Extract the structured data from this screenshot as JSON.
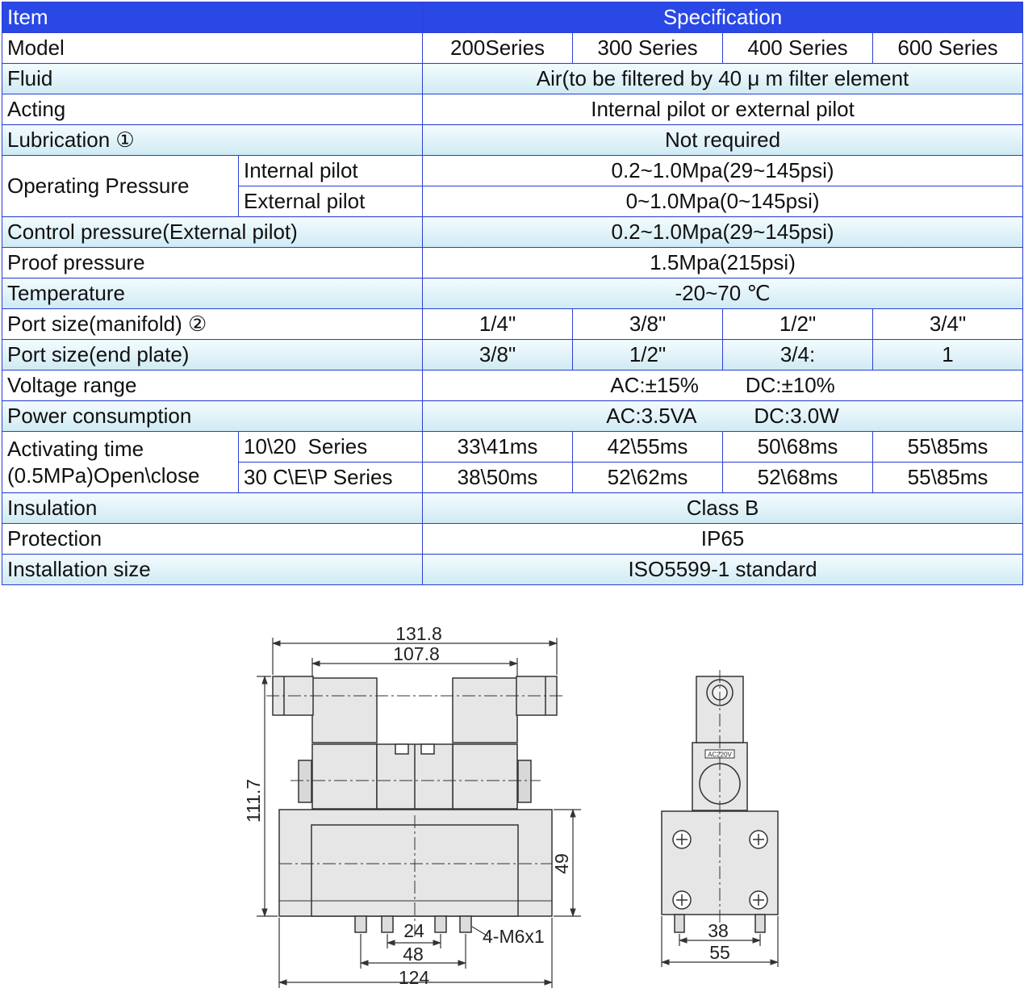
{
  "table": {
    "header": {
      "item": "Item",
      "spec": "Specification"
    },
    "model": {
      "label": "Model",
      "series": [
        "200Series",
        "300 Series",
        "400 Series",
        "600 Series"
      ]
    },
    "fluid": {
      "label": "Fluid",
      "value": "Air(to be filtered by 40 μ m filter element"
    },
    "acting": {
      "label": "Acting",
      "value": "Internal pilot or external pilot"
    },
    "lubrication": {
      "label": "Lubrication ①",
      "value": "Not required"
    },
    "operating_pressure": {
      "label": "Operating Pressure",
      "internal_label": "Internal pilot",
      "internal_value": "0.2~1.0Mpa(29~145psi)",
      "external_label": "External pilot",
      "external_value": "0~1.0Mpa(0~145psi)"
    },
    "control_pressure": {
      "label": "Control pressure(External pilot)",
      "value": "0.2~1.0Mpa(29~145psi)"
    },
    "proof_pressure": {
      "label": "Proof pressure",
      "value": "1.5Mpa(215psi)"
    },
    "temperature": {
      "label": "Temperature",
      "value": "-20~70 ℃"
    },
    "port_manifold": {
      "label": "Port size(manifold)  ②",
      "values": [
        "1/4\"",
        "3/8\"",
        "1/2\"",
        "3/4\""
      ]
    },
    "port_end": {
      "label": "Port size(end plate)",
      "values": [
        "3/8\"",
        "1/2\"",
        "3/4:",
        "1"
      ]
    },
    "voltage": {
      "label": "Voltage range",
      "value": "AC:±15%        DC:±10%"
    },
    "power": {
      "label": "Power consumption",
      "value": "AC:3.5VA          DC:3.0W"
    },
    "activating": {
      "label_line1": "Activating time",
      "label_line2": "(0.5MPa)Open\\close",
      "row1_label": "10\\20  Series",
      "row1_values": [
        "33\\41ms",
        "42\\55ms",
        "50\\68ms",
        "55\\85ms"
      ],
      "row2_label": "30 C\\E\\P Series",
      "row2_values": [
        "38\\50ms",
        "52\\62ms",
        "52\\68ms",
        "55\\85ms"
      ]
    },
    "insulation": {
      "label": "Insulation",
      "value": "Class B"
    },
    "protection": {
      "label": "Protection",
      "value": "IP65"
    },
    "installation": {
      "label": "Installation size",
      "value": "ISO5599-1 standard"
    }
  },
  "drawing": {
    "dims": {
      "overall_width": "131.8",
      "coil_width": "107.8",
      "height": "111.7",
      "body_height": "49",
      "hole_spacing_inner": "24",
      "hole_spacing_outer": "48",
      "base_length": "124",
      "thread": "4-M6x1",
      "side_hole_spacing": "38",
      "side_width": "55"
    },
    "coil_label": "AC220V"
  }
}
